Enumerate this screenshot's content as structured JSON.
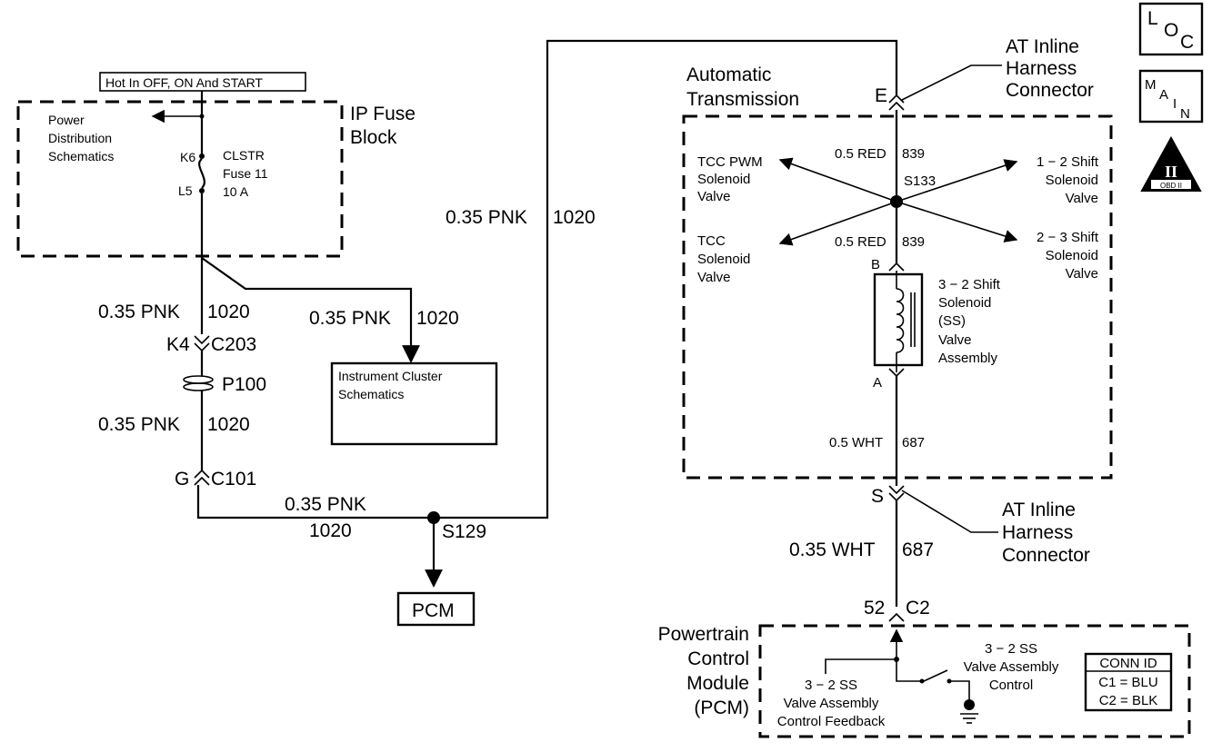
{
  "hot_label": "Hot In OFF, ON And START",
  "ip_fuse_block": {
    "line1": "IP Fuse",
    "line2": "Block"
  },
  "power_dist": {
    "line1": "Power",
    "line2": "Distribution",
    "line3": "Schematics"
  },
  "fuse": {
    "pin_top": "K6",
    "pin_bottom": "L5",
    "name1": "CLSTR",
    "name2": "Fuse 11",
    "rating": "10 A"
  },
  "wire_pnk": {
    "gauge_color": "0.35 PNK",
    "circuit": "1020"
  },
  "connector_c203": {
    "pin": "K4",
    "name": "C203"
  },
  "splice_p100": "P100",
  "connector_c101": {
    "pin": "G",
    "name": "C101"
  },
  "splice_s129": "S129",
  "pcm_box": "PCM",
  "instrument_cluster": {
    "line1": "Instrument Cluster",
    "line2": "Schematics"
  },
  "auto_trans": {
    "line1": "Automatic",
    "line2": "Transmission"
  },
  "at_inline_top": {
    "line1": "AT Inline",
    "line2": "Harness",
    "line3": "Connector",
    "pin": "E"
  },
  "at_inline_bottom": {
    "line1": "AT Inline",
    "line2": "Harness",
    "line3": "Connector",
    "pin": "S"
  },
  "wire_red": {
    "gauge_color": "0.5 RED",
    "circuit": "839"
  },
  "splice_s133": "S133",
  "tcc_pwm": {
    "line1": "TCC PWM",
    "line2": "Solenoid",
    "line3": "Valve"
  },
  "tcc": {
    "line1": "TCC",
    "line2": "Solenoid",
    "line3": "Valve"
  },
  "shift_12": {
    "line1": "1 − 2 Shift",
    "line2": "Solenoid",
    "line3": "Valve"
  },
  "shift_23": {
    "line1": "2 − 3 Shift",
    "line2": "Solenoid",
    "line3": "Valve"
  },
  "shift_32": {
    "line1": "3 − 2 Shift",
    "line2": "Solenoid",
    "line3": "(SS)",
    "line4": "Valve",
    "line5": "Assembly",
    "pin_top": "B",
    "pin_bottom": "A"
  },
  "wire_wht_05": {
    "gauge_color": "0.5 WHT",
    "circuit": "687"
  },
  "wire_wht_035": {
    "gauge_color": "0.35 WHT",
    "circuit": "687"
  },
  "connector_c2": {
    "pin": "52",
    "name": "C2"
  },
  "pcm_module": {
    "line1": "Powertrain",
    "line2": "Control",
    "line3": "Module",
    "line4": "(PCM)"
  },
  "ss_feedback": {
    "line1": "3 − 2 SS",
    "line2": "Valve Assembly",
    "line3": "Control Feedback"
  },
  "ss_control": {
    "line1": "3 − 2 SS",
    "line2": "Valve Assembly",
    "line3": "Control"
  },
  "conn_id": {
    "title": "CONN ID",
    "row1": "C1 = BLU",
    "row2": "C2 = BLK"
  },
  "icon_loc": {
    "l": "L",
    "o": "O",
    "c": "C"
  },
  "icon_main": {
    "m": "M",
    "a": "A",
    "i": "I",
    "n": "N"
  },
  "icon_obd": {
    "numeral": "II",
    "label": "OBD II"
  }
}
